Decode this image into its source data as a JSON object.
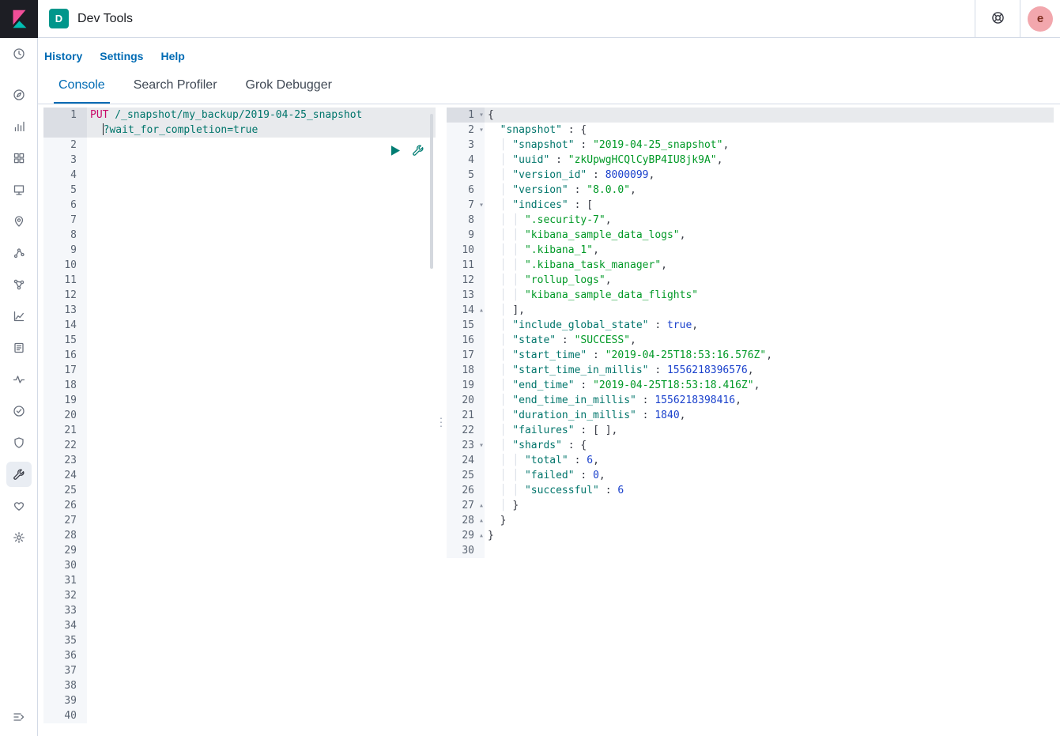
{
  "colors": {
    "primary_blue": "#006bb4",
    "space_badge_teal": "#00968b",
    "send_button_green": "#017d73",
    "method_pink": "#c80a68",
    "url_teal": "#00756b",
    "json_key": "#00756b",
    "json_string": "#009926",
    "json_number": "#1a41cc",
    "logo_pink": "#f04e98",
    "logo_teal": "#00bfb3"
  },
  "header": {
    "badge": "D",
    "title": "Dev Tools",
    "avatar_initial": "e"
  },
  "menu": {
    "links": [
      "History",
      "Settings",
      "Help"
    ]
  },
  "tabs": [
    {
      "label": "Console",
      "active": true
    },
    {
      "label": "Search Profiler",
      "active": false
    },
    {
      "label": "Grok Debugger",
      "active": false
    }
  ],
  "sidebar": {
    "icons": [
      "recently-viewed",
      "discover",
      "visualize",
      "dashboard",
      "canvas",
      "maps",
      "machine-learning",
      "graph",
      "metrics",
      "logs",
      "apm",
      "uptime",
      "siem",
      "dev-tools",
      "stack-monitoring",
      "management"
    ],
    "active": "dev-tools"
  },
  "editors": {
    "resizer_glyph": "⋮"
  },
  "request_editor": {
    "rows": [
      {
        "num": "1",
        "active": true,
        "tokens": [
          [
            "method",
            "PUT"
          ],
          [
            "url",
            " /_snapshot/my_backup/2019-04-25_snapshot"
          ]
        ]
      },
      {
        "num": "",
        "active": true,
        "tokens": [
          [
            "plain",
            "  "
          ],
          [
            "cursor",
            ""
          ],
          [
            "url",
            "?wait_for_completion=true"
          ]
        ]
      }
    ],
    "empty_lines": {
      "from": 2,
      "to": 40
    }
  },
  "response_editor": {
    "rows": [
      {
        "num": "1",
        "fold": "down",
        "active": true,
        "tokens": [
          [
            "plain",
            "{"
          ]
        ]
      },
      {
        "num": "2",
        "fold": "down",
        "tokens": [
          [
            "plain",
            "  "
          ],
          [
            "key",
            "\"snapshot\""
          ],
          [
            "plain",
            " : {"
          ]
        ]
      },
      {
        "num": "3",
        "tokens": [
          [
            "plain",
            "  "
          ],
          [
            "guide",
            "│ "
          ],
          [
            "key",
            "\"snapshot\""
          ],
          [
            "plain",
            " : "
          ],
          [
            "str",
            "\"2019-04-25_snapshot\""
          ],
          [
            "plain",
            ","
          ]
        ]
      },
      {
        "num": "4",
        "tokens": [
          [
            "plain",
            "  "
          ],
          [
            "guide",
            "│ "
          ],
          [
            "key",
            "\"uuid\""
          ],
          [
            "plain",
            " : "
          ],
          [
            "str",
            "\"zkUpwgHCQlCyBP4IU8jk9A\""
          ],
          [
            "plain",
            ","
          ]
        ]
      },
      {
        "num": "5",
        "tokens": [
          [
            "plain",
            "  "
          ],
          [
            "guide",
            "│ "
          ],
          [
            "key",
            "\"version_id\""
          ],
          [
            "plain",
            " : "
          ],
          [
            "num",
            "8000099"
          ],
          [
            "plain",
            ","
          ]
        ]
      },
      {
        "num": "6",
        "tokens": [
          [
            "plain",
            "  "
          ],
          [
            "guide",
            "│ "
          ],
          [
            "key",
            "\"version\""
          ],
          [
            "plain",
            " : "
          ],
          [
            "str",
            "\"8.0.0\""
          ],
          [
            "plain",
            ","
          ]
        ]
      },
      {
        "num": "7",
        "fold": "down",
        "tokens": [
          [
            "plain",
            "  "
          ],
          [
            "guide",
            "│ "
          ],
          [
            "key",
            "\"indices\""
          ],
          [
            "plain",
            " : ["
          ]
        ]
      },
      {
        "num": "8",
        "tokens": [
          [
            "plain",
            "  "
          ],
          [
            "guide",
            "│ "
          ],
          [
            "guide",
            "│ "
          ],
          [
            "str",
            "\".security-7\""
          ],
          [
            "plain",
            ","
          ]
        ]
      },
      {
        "num": "9",
        "tokens": [
          [
            "plain",
            "  "
          ],
          [
            "guide",
            "│ "
          ],
          [
            "guide",
            "│ "
          ],
          [
            "str",
            "\"kibana_sample_data_logs\""
          ],
          [
            "plain",
            ","
          ]
        ]
      },
      {
        "num": "10",
        "tokens": [
          [
            "plain",
            "  "
          ],
          [
            "guide",
            "│ "
          ],
          [
            "guide",
            "│ "
          ],
          [
            "str",
            "\".kibana_1\""
          ],
          [
            "plain",
            ","
          ]
        ]
      },
      {
        "num": "11",
        "tokens": [
          [
            "plain",
            "  "
          ],
          [
            "guide",
            "│ "
          ],
          [
            "guide",
            "│ "
          ],
          [
            "str",
            "\".kibana_task_manager\""
          ],
          [
            "plain",
            ","
          ]
        ]
      },
      {
        "num": "12",
        "tokens": [
          [
            "plain",
            "  "
          ],
          [
            "guide",
            "│ "
          ],
          [
            "guide",
            "│ "
          ],
          [
            "str",
            "\"rollup_logs\""
          ],
          [
            "plain",
            ","
          ]
        ]
      },
      {
        "num": "13",
        "tokens": [
          [
            "plain",
            "  "
          ],
          [
            "guide",
            "│ "
          ],
          [
            "guide",
            "│ "
          ],
          [
            "str",
            "\"kibana_sample_data_flights\""
          ]
        ]
      },
      {
        "num": "14",
        "fold": "up",
        "tokens": [
          [
            "plain",
            "  "
          ],
          [
            "guide",
            "│ "
          ],
          [
            "plain",
            "],"
          ]
        ]
      },
      {
        "num": "15",
        "tokens": [
          [
            "plain",
            "  "
          ],
          [
            "guide",
            "│ "
          ],
          [
            "key",
            "\"include_global_state\""
          ],
          [
            "plain",
            " : "
          ],
          [
            "bool",
            "true"
          ],
          [
            "plain",
            ","
          ]
        ]
      },
      {
        "num": "16",
        "tokens": [
          [
            "plain",
            "  "
          ],
          [
            "guide",
            "│ "
          ],
          [
            "key",
            "\"state\""
          ],
          [
            "plain",
            " : "
          ],
          [
            "str",
            "\"SUCCESS\""
          ],
          [
            "plain",
            ","
          ]
        ]
      },
      {
        "num": "17",
        "tokens": [
          [
            "plain",
            "  "
          ],
          [
            "guide",
            "│ "
          ],
          [
            "key",
            "\"start_time\""
          ],
          [
            "plain",
            " : "
          ],
          [
            "str",
            "\"2019-04-25T18:53:16.576Z\""
          ],
          [
            "plain",
            ","
          ]
        ]
      },
      {
        "num": "18",
        "tokens": [
          [
            "plain",
            "  "
          ],
          [
            "guide",
            "│ "
          ],
          [
            "key",
            "\"start_time_in_millis\""
          ],
          [
            "plain",
            " : "
          ],
          [
            "num",
            "1556218396576"
          ],
          [
            "plain",
            ","
          ]
        ]
      },
      {
        "num": "19",
        "tokens": [
          [
            "plain",
            "  "
          ],
          [
            "guide",
            "│ "
          ],
          [
            "key",
            "\"end_time\""
          ],
          [
            "plain",
            " : "
          ],
          [
            "str",
            "\"2019-04-25T18:53:18.416Z\""
          ],
          [
            "plain",
            ","
          ]
        ]
      },
      {
        "num": "20",
        "tokens": [
          [
            "plain",
            "  "
          ],
          [
            "guide",
            "│ "
          ],
          [
            "key",
            "\"end_time_in_millis\""
          ],
          [
            "plain",
            " : "
          ],
          [
            "num",
            "1556218398416"
          ],
          [
            "plain",
            ","
          ]
        ]
      },
      {
        "num": "21",
        "tokens": [
          [
            "plain",
            "  "
          ],
          [
            "guide",
            "│ "
          ],
          [
            "key",
            "\"duration_in_millis\""
          ],
          [
            "plain",
            " : "
          ],
          [
            "num",
            "1840"
          ],
          [
            "plain",
            ","
          ]
        ]
      },
      {
        "num": "22",
        "tokens": [
          [
            "plain",
            "  "
          ],
          [
            "guide",
            "│ "
          ],
          [
            "key",
            "\"failures\""
          ],
          [
            "plain",
            " : [ ],"
          ]
        ]
      },
      {
        "num": "23",
        "fold": "down",
        "tokens": [
          [
            "plain",
            "  "
          ],
          [
            "guide",
            "│ "
          ],
          [
            "key",
            "\"shards\""
          ],
          [
            "plain",
            " : {"
          ]
        ]
      },
      {
        "num": "24",
        "tokens": [
          [
            "plain",
            "  "
          ],
          [
            "guide",
            "│ "
          ],
          [
            "guide",
            "│ "
          ],
          [
            "key",
            "\"total\""
          ],
          [
            "plain",
            " : "
          ],
          [
            "num",
            "6"
          ],
          [
            "plain",
            ","
          ]
        ]
      },
      {
        "num": "25",
        "tokens": [
          [
            "plain",
            "  "
          ],
          [
            "guide",
            "│ "
          ],
          [
            "guide",
            "│ "
          ],
          [
            "key",
            "\"failed\""
          ],
          [
            "plain",
            " : "
          ],
          [
            "num",
            "0"
          ],
          [
            "plain",
            ","
          ]
        ]
      },
      {
        "num": "26",
        "tokens": [
          [
            "plain",
            "  "
          ],
          [
            "guide",
            "│ "
          ],
          [
            "guide",
            "│ "
          ],
          [
            "key",
            "\"successful\""
          ],
          [
            "plain",
            " : "
          ],
          [
            "num",
            "6"
          ]
        ]
      },
      {
        "num": "27",
        "fold": "up",
        "tokens": [
          [
            "plain",
            "  "
          ],
          [
            "guide",
            "│ "
          ],
          [
            "plain",
            "}"
          ]
        ]
      },
      {
        "num": "28",
        "fold": "up",
        "tokens": [
          [
            "plain",
            "  }"
          ]
        ]
      },
      {
        "num": "29",
        "fold": "up",
        "tokens": [
          [
            "plain",
            "}"
          ]
        ]
      },
      {
        "num": "30"
      }
    ]
  }
}
